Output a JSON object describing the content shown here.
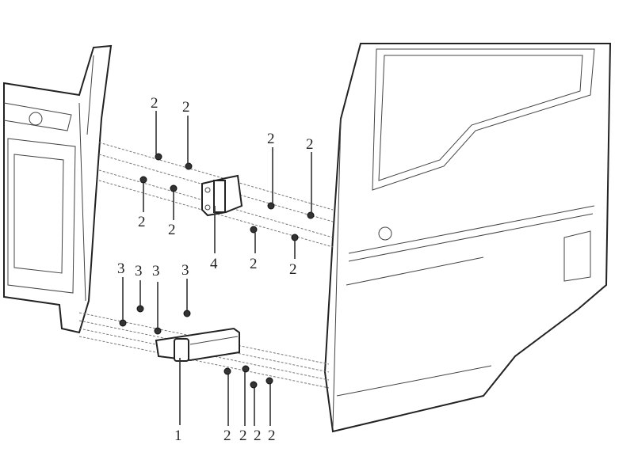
{
  "diagram": {
    "title": "Door hinge exploded view",
    "callouts": {
      "upper_top": [
        "2",
        "2",
        "2",
        "2"
      ],
      "upper_bottom": [
        "2",
        "2",
        "2",
        "2"
      ],
      "upper_hinge": "4",
      "lower_top": [
        "3",
        "3",
        "3",
        "3"
      ],
      "lower_hinge": "1",
      "lower_bottom": [
        "2",
        "2",
        "2",
        "2"
      ]
    }
  }
}
